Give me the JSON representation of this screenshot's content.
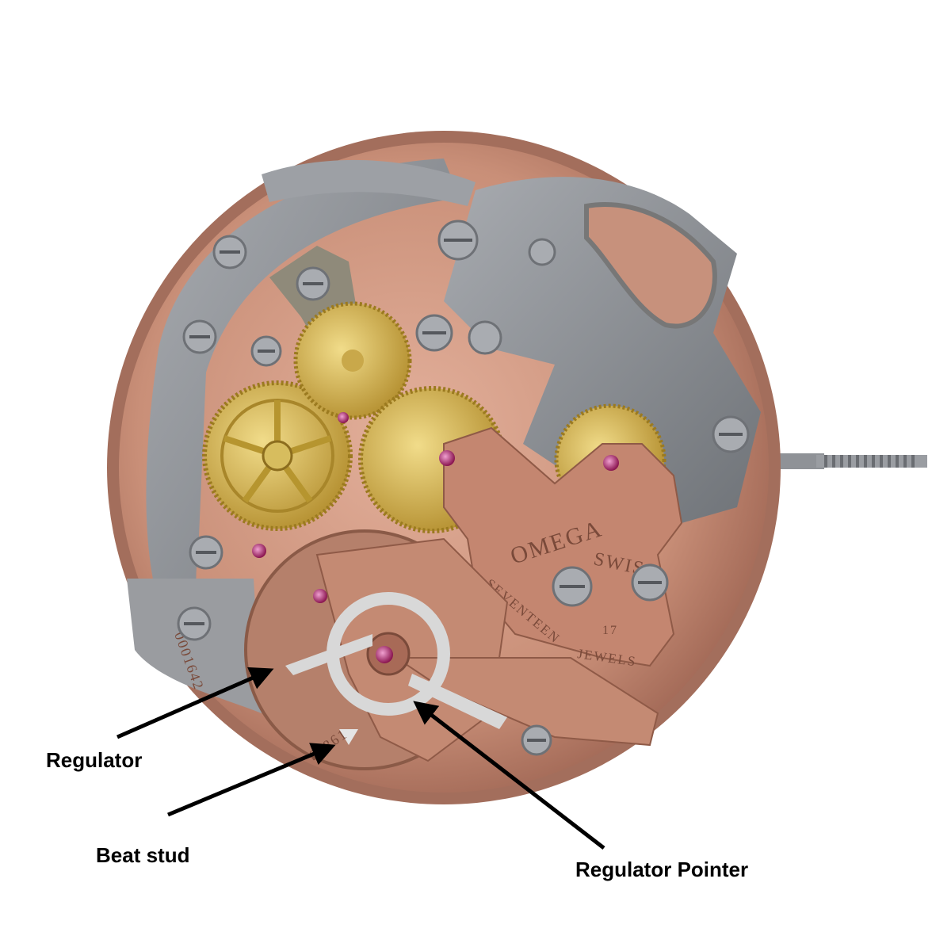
{
  "labels": {
    "regulator": "Regulator",
    "beat_stud": "Beat stud",
    "regulator_pointer": "Regulator Pointer"
  },
  "engraving": {
    "brand": "OMEGA",
    "country": "SWISS",
    "jewels_word": "SEVENTEEN",
    "jewels_count": "17",
    "jewels_label": "JEWELS",
    "serial": "0001642",
    "calibre_mark": "Ω 861"
  },
  "colors": {
    "copper_plate": "#c98f78",
    "steel": "#8e9196",
    "brass": "#d4b24a",
    "ruby": "#b0256e",
    "arrow": "#000000"
  }
}
